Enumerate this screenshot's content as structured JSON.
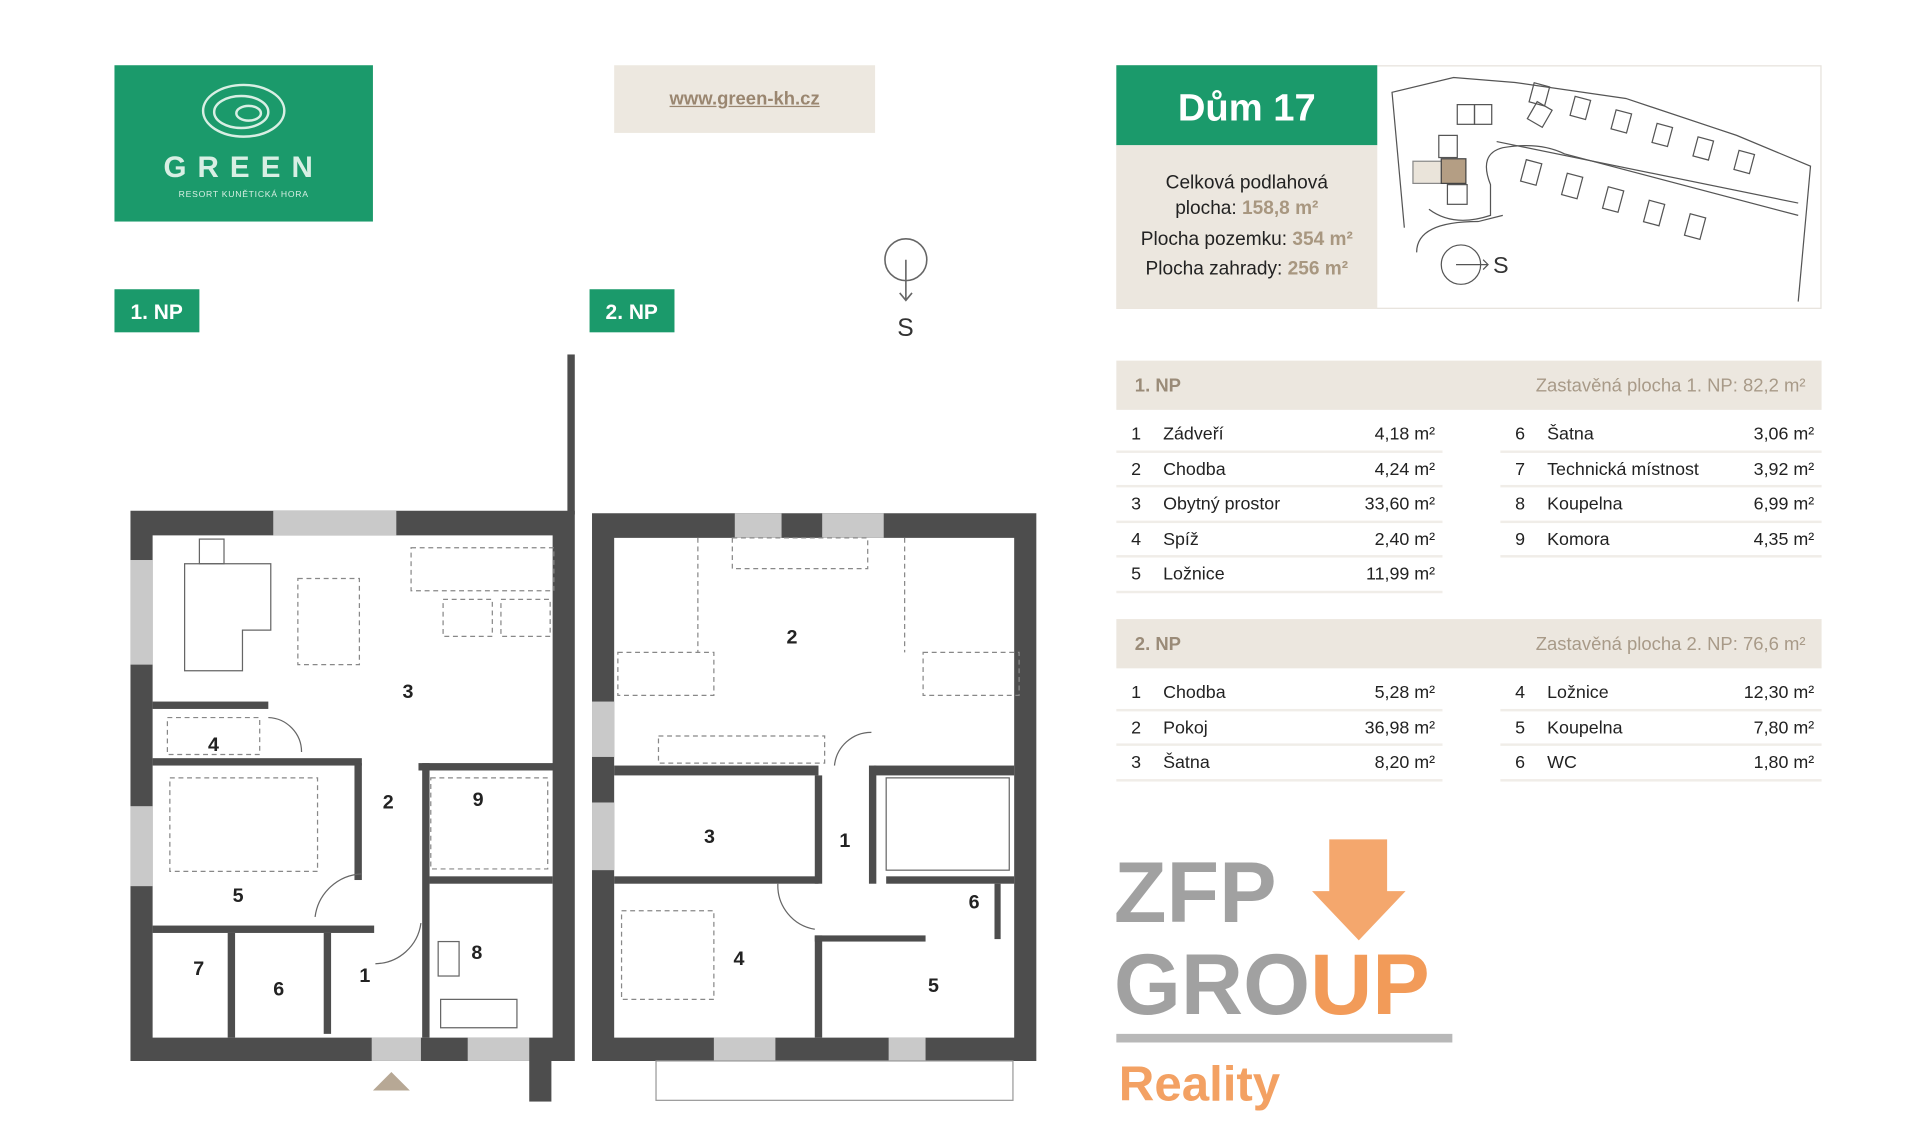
{
  "logo": {
    "word": "GREEN",
    "sub": "RESORT KUNĚTICKÁ HORA"
  },
  "url": "www.green-kh.cz",
  "compass": {
    "label": "S"
  },
  "floor_tags": [
    "1. NP",
    "2. NP"
  ],
  "house": {
    "title": "Dům 17",
    "total_label": "Celková podlahová plocha:",
    "total_value": "158,8 m²",
    "plot_label": "Plocha pozemku:",
    "plot_value": "354 m²",
    "garden_label": "Plocha zahrady:",
    "garden_value": "256 m²",
    "map_compass": "S"
  },
  "np1": {
    "title": "1. NP",
    "built": "Zastavěná plocha 1. NP: 82,2 m²",
    "left": [
      {
        "n": "1",
        "name": "Zádveří",
        "area": "4,18 m²"
      },
      {
        "n": "2",
        "name": "Chodba",
        "area": "4,24 m²"
      },
      {
        "n": "3",
        "name": "Obytný prostor",
        "area": "33,60 m²"
      },
      {
        "n": "4",
        "name": "Spíž",
        "area": "2,40 m²"
      },
      {
        "n": "5",
        "name": "Ložnice",
        "area": "11,99 m²"
      }
    ],
    "right": [
      {
        "n": "6",
        "name": "Šatna",
        "area": "3,06 m²"
      },
      {
        "n": "7",
        "name": "Technická místnost",
        "area": "3,92 m²"
      },
      {
        "n": "8",
        "name": "Koupelna",
        "area": "6,99 m²"
      },
      {
        "n": "9",
        "name": "Komora",
        "area": "4,35 m²"
      }
    ]
  },
  "np2": {
    "title": "2. NP",
    "built": "Zastavěná plocha 2. NP: 76,6 m²",
    "left": [
      {
        "n": "1",
        "name": "Chodba",
        "area": "5,28 m²"
      },
      {
        "n": "2",
        "name": "Pokoj",
        "area": "36,98 m²"
      },
      {
        "n": "3",
        "name": "Šatna",
        "area": "8,20 m²"
      }
    ],
    "right": [
      {
        "n": "4",
        "name": "Ložnice",
        "area": "12,30 m²"
      },
      {
        "n": "5",
        "name": "Koupelna",
        "area": "7,80 m²"
      },
      {
        "n": "6",
        "name": "WC",
        "area": "1,80 m²"
      }
    ]
  },
  "plan1_rooms": [
    "1",
    "2",
    "3",
    "4",
    "5",
    "6",
    "7",
    "8",
    "9"
  ],
  "plan2_rooms": [
    "1",
    "2",
    "3",
    "4",
    "5",
    "6"
  ],
  "watermark": {
    "line1": "ZFP",
    "line2a": "GRO",
    "line2b": "UP",
    "line3": "Reality"
  },
  "colors": {
    "green": "#1b9a6b",
    "beige": "#ece7df",
    "wall": "#4d4d4d",
    "orange": "#f08a3c"
  }
}
